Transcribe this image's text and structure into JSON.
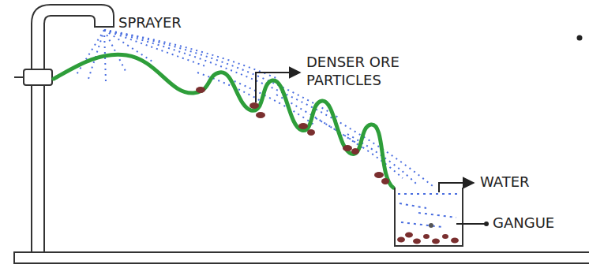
{
  "diagram": {
    "labels": [
      "SPRAYER",
      "DENSER ORE PARTICLES",
      "WATER",
      "GANGUE"
    ]
  }
}
